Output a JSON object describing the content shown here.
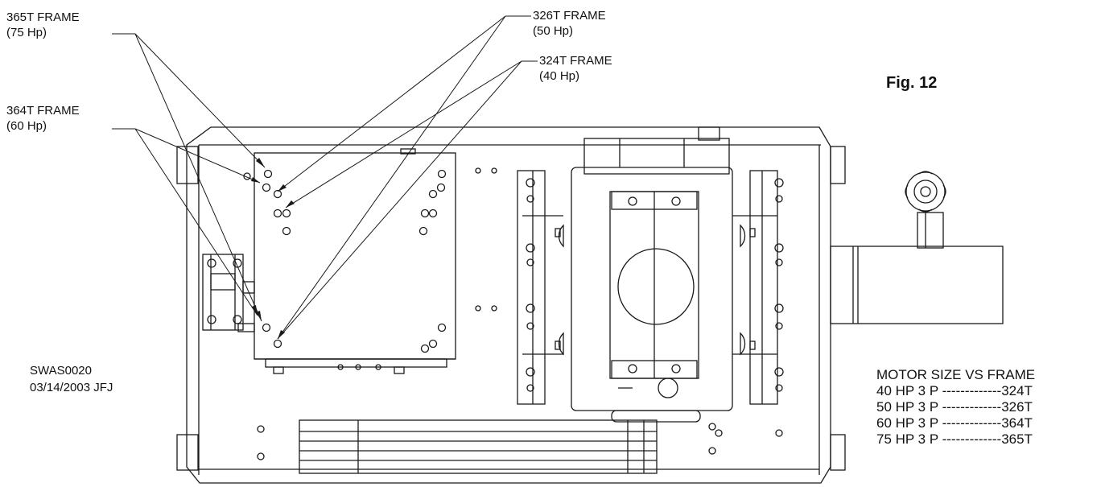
{
  "figure": {
    "label": "Fig. 12"
  },
  "callouts": [
    {
      "frame": "365T FRAME",
      "hp": "(75 Hp)"
    },
    {
      "frame": "326T FRAME",
      "hp": "(50 Hp)"
    },
    {
      "frame": "324T FRAME",
      "hp": "(40 Hp)"
    },
    {
      "frame": "364T FRAME",
      "hp": "(60 Hp)"
    }
  ],
  "drawing_info": {
    "id": "SWAS0020",
    "date": "03/14/2003 JFJ"
  },
  "motor_table": {
    "title": "MOTOR SIZE VS FRAME",
    "rows": [
      "40 HP 3 P -------------324T",
      "50 HP 3 P -------------326T",
      "60 HP 3 P -------------364T",
      "75 HP 3 P -------------365T"
    ]
  },
  "colors": {
    "line": "#1a1a1a",
    "background": "#ffffff"
  }
}
